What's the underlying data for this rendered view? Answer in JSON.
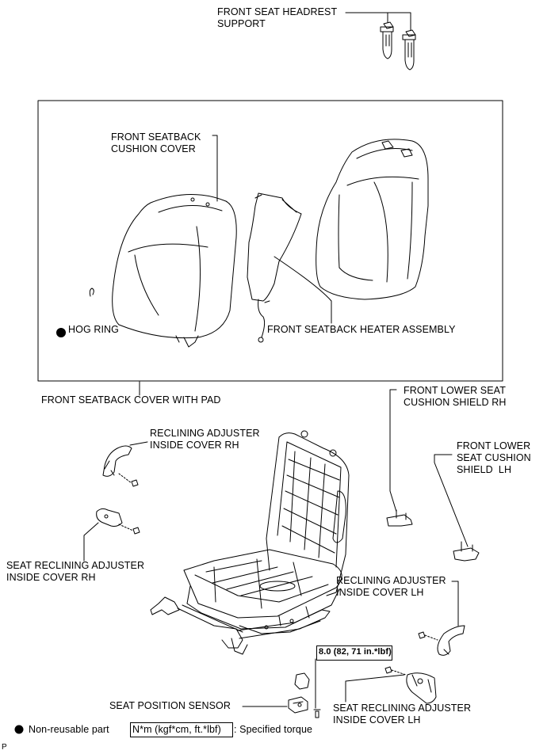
{
  "labels": {
    "headrest_support": "FRONT SEAT HEADREST\nSUPPORT",
    "seatback_cushion_cover": "FRONT SEATBACK\nCUSHION COVER",
    "hog_ring": "HOG RING",
    "seatback_heater": "FRONT SEATBACK HEATER ASSEMBLY",
    "seatback_cover_with_pad": "FRONT SEATBACK COVER WITH PAD",
    "lower_shield_rh": "FRONT LOWER SEAT\nCUSHION SHIELD RH",
    "lower_shield_lh": "FRONT LOWER\nSEAT CUSHION\nSHIELD  LH",
    "recl_inside_cover_rh": "RECLINING ADJUSTER\nINSIDE COVER RH",
    "seat_recl_inside_cover_rh": "SEAT RECLINING ADJUSTER\nINSIDE COVER RH",
    "recl_inside_cover_lh": "RECLINING ADJUSTER\nINSIDE COVER LH",
    "torque_value": "8.0 (82, 71 in.*lbf)",
    "seat_position_sensor": "SEAT POSITION SENSOR",
    "seat_recl_inside_cover_lh": "SEAT RECLINING ADJUSTER\nINSIDE COVER LH"
  },
  "legend": {
    "non_reusable": "Non-reusable part",
    "torque_unit": "N*m (kgf*cm, ft.*lbf)",
    "specified_torque": ": Specified torque"
  },
  "corner_mark": "P"
}
